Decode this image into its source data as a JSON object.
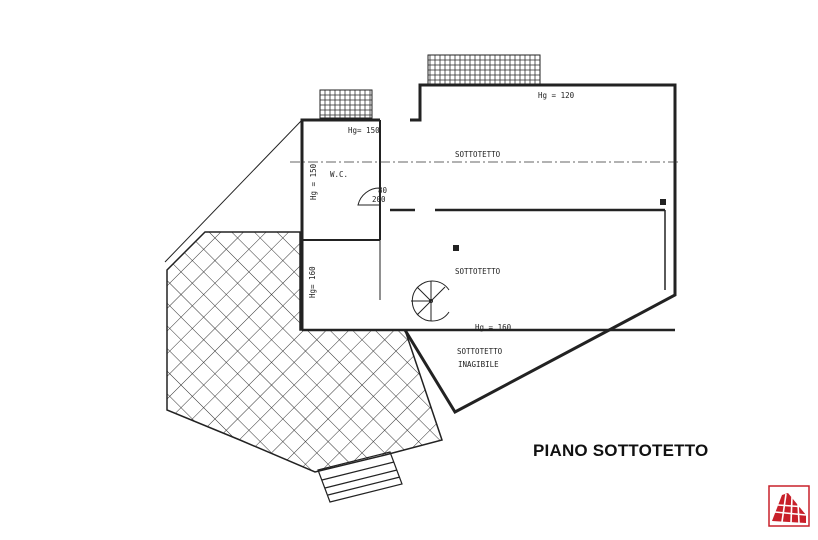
{
  "title": "PIANO SOTTOTETTO",
  "rooms": {
    "sottotetto_top": "SOTTOTETTO",
    "wc": "W.C.",
    "sottotetto_main": "SOTTOTETTO",
    "sottotetto_inagibile_1": "SOTTOTETTO",
    "sottotetto_inagibile_2": "INAGIBILE"
  },
  "heights": {
    "top": "Hg = 120",
    "wc_top": "Hg= 150",
    "wc_side": "Hg = 150",
    "left_room": "Hg= 160",
    "main_bottom": "Hg = 160"
  },
  "door": {
    "width": "80",
    "height": "200"
  },
  "colors": {
    "lines": "#222222",
    "logo": "#c8202a"
  }
}
